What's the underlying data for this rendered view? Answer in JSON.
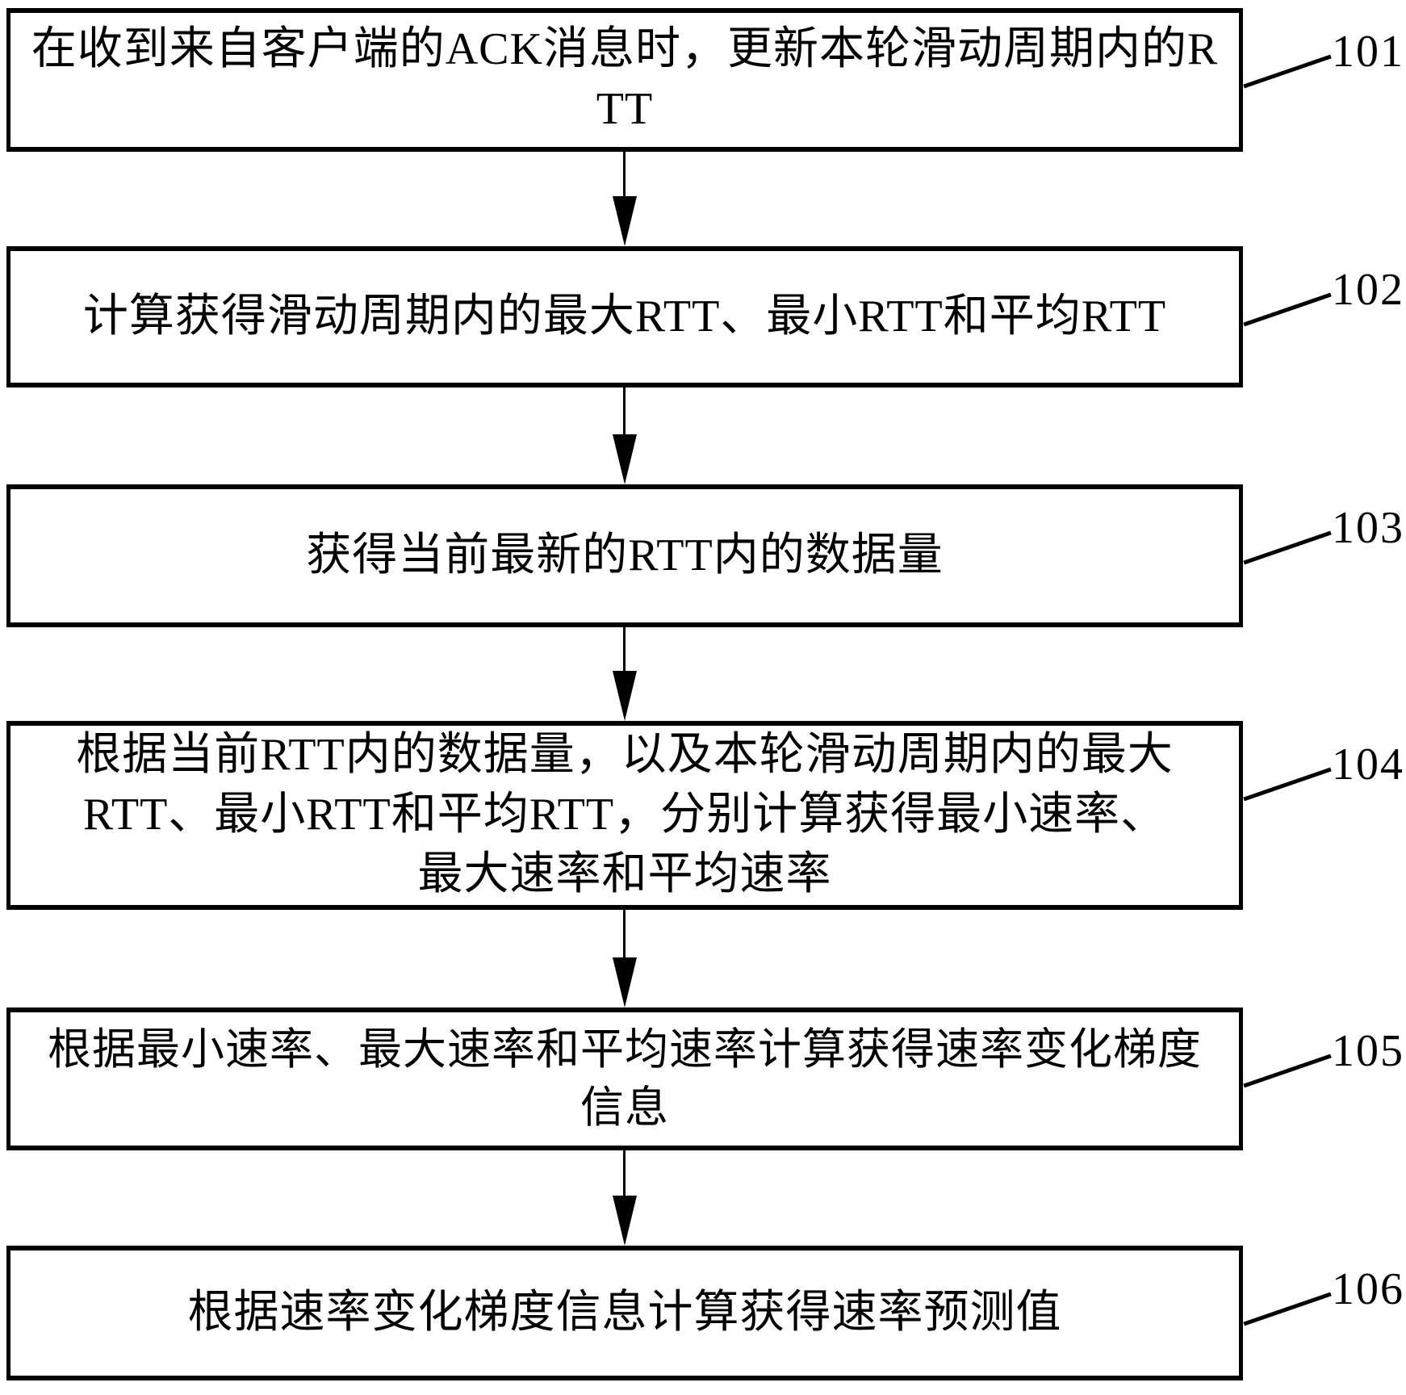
{
  "flow": {
    "type": "flowchart",
    "direction": "top-down",
    "stroke_color": "#000000",
    "background_color": "#ffffff",
    "steps": [
      {
        "ref": "101",
        "text": "在收到来自客户端的ACK消息时，更新本轮滑动周期内的R\nTT"
      },
      {
        "ref": "102",
        "text": "计算获得滑动周期内的最大RTT、最小RTT和平均RTT"
      },
      {
        "ref": "103",
        "text": "获得当前最新的RTT内的数据量"
      },
      {
        "ref": "104",
        "text": "根据当前RTT内的数据量，以及本轮滑动周期内的最大\nRTT、最小RTT和平均RTT，分别计算获得最小速率、\n最大速率和平均速率"
      },
      {
        "ref": "105",
        "text": "根据最小速率、最大速率和平均速率计算获得速率变化梯度\n信息"
      },
      {
        "ref": "106",
        "text": "根据速率变化梯度信息计算获得速率预测值"
      }
    ]
  }
}
